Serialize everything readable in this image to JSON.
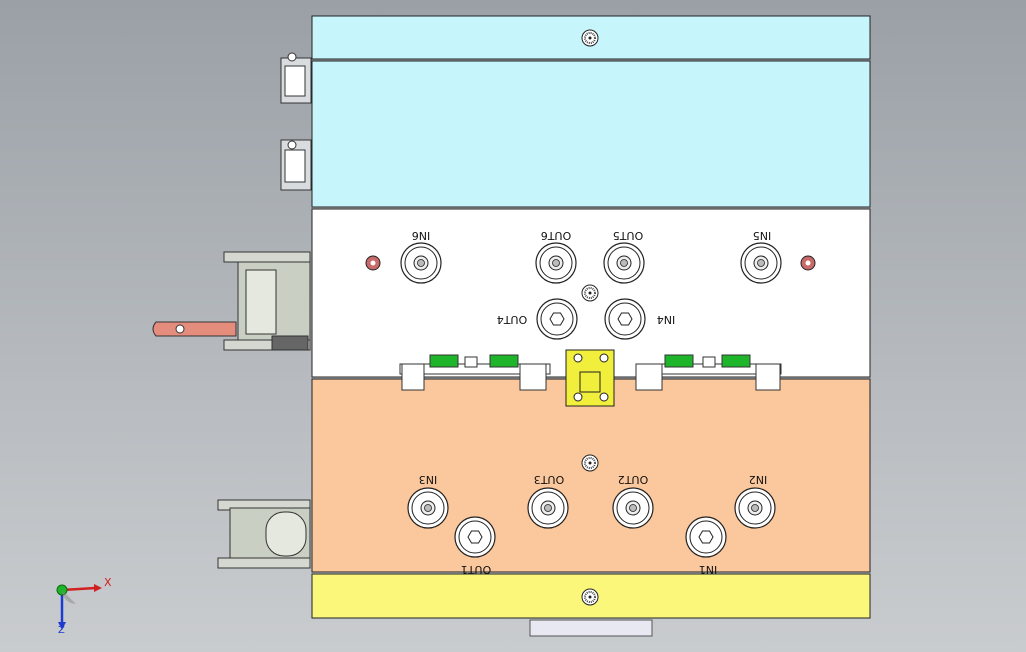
{
  "colors": {
    "background": "#a9adb2",
    "top_plate": "#c6f6fb",
    "middle_plate": "#ffffff",
    "bottom_plate": "#fbc79c",
    "foot_plate": "#fbf77a",
    "latch": "#f2ef3c",
    "green_parts": "#1fb52b",
    "red_bolt": "#c86a6a"
  },
  "ports": {
    "in6_left": "IN6",
    "out6": "OUT6",
    "out5": "OUT5",
    "in6_right": "IN5",
    "out4": "OUT4",
    "in4": "IN4",
    "in3": "IN3",
    "out3": "OUT3",
    "out2": "OUT2",
    "in2": "IN2",
    "out1": "OUT1",
    "in1": "IN1"
  },
  "axes": {
    "x": "X",
    "z": "Z"
  }
}
